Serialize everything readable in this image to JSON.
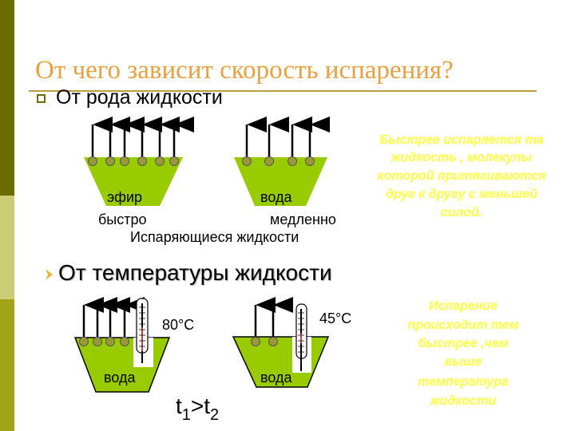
{
  "title": "От чего зависит скорость испарения?",
  "section1": {
    "heading": "От рода жидкости",
    "liquid1": "эфир",
    "liquid2": "вода",
    "speed1": "быстро",
    "speed2": "медленно",
    "caption": "Испаряющиеся жидкости",
    "note": [
      "Быстрее испаряется та",
      "жидкость , молекулы",
      "которой притягиваются",
      "друг к другу с меньшей",
      "силой."
    ]
  },
  "section2": {
    "heading": "От температуры жидкости",
    "liquid1": "вода",
    "liquid2": "вода",
    "temp1": "80°C",
    "temp2": "45°C",
    "formula": {
      "t": "t",
      "sub1": "1",
      "op": ">",
      "sub2": "2"
    },
    "note": [
      "Испарение",
      "происходит тем",
      "быстрее ,чем",
      "выше",
      "температура",
      "жидкости"
    ]
  },
  "colors": {
    "liquid": "#99cc00",
    "molecule": "#99993a",
    "title": "#e8a040",
    "note": "#ffff55"
  }
}
